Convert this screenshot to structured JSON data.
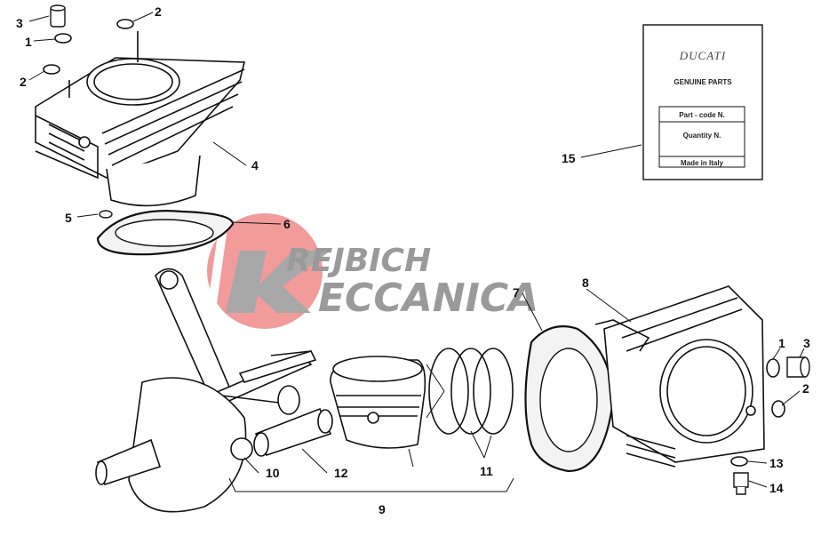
{
  "watermark": {
    "line1": "REJBICH",
    "line2": "ECCANICA",
    "colors": {
      "logo_red": "#ee8a8a",
      "logo_gray": "#a8a8a8"
    }
  },
  "tag": {
    "brand": "DUCATI",
    "subtitle": "GENUINE PARTS",
    "rows": [
      "Part - code N.",
      "Quantity N.",
      "Made in Italy"
    ]
  },
  "callouts": {
    "c1a": "1",
    "c1b": "1",
    "c2a": "2",
    "c2b": "2",
    "c2c": "2",
    "c3a": "3",
    "c3b": "3",
    "c4": "4",
    "c5": "5",
    "c6": "6",
    "c7": "7",
    "c8": "8",
    "c9": "9",
    "c10": "10",
    "c11": "11",
    "c12": "12",
    "c13": "13",
    "c14": "14",
    "c15": "15"
  }
}
